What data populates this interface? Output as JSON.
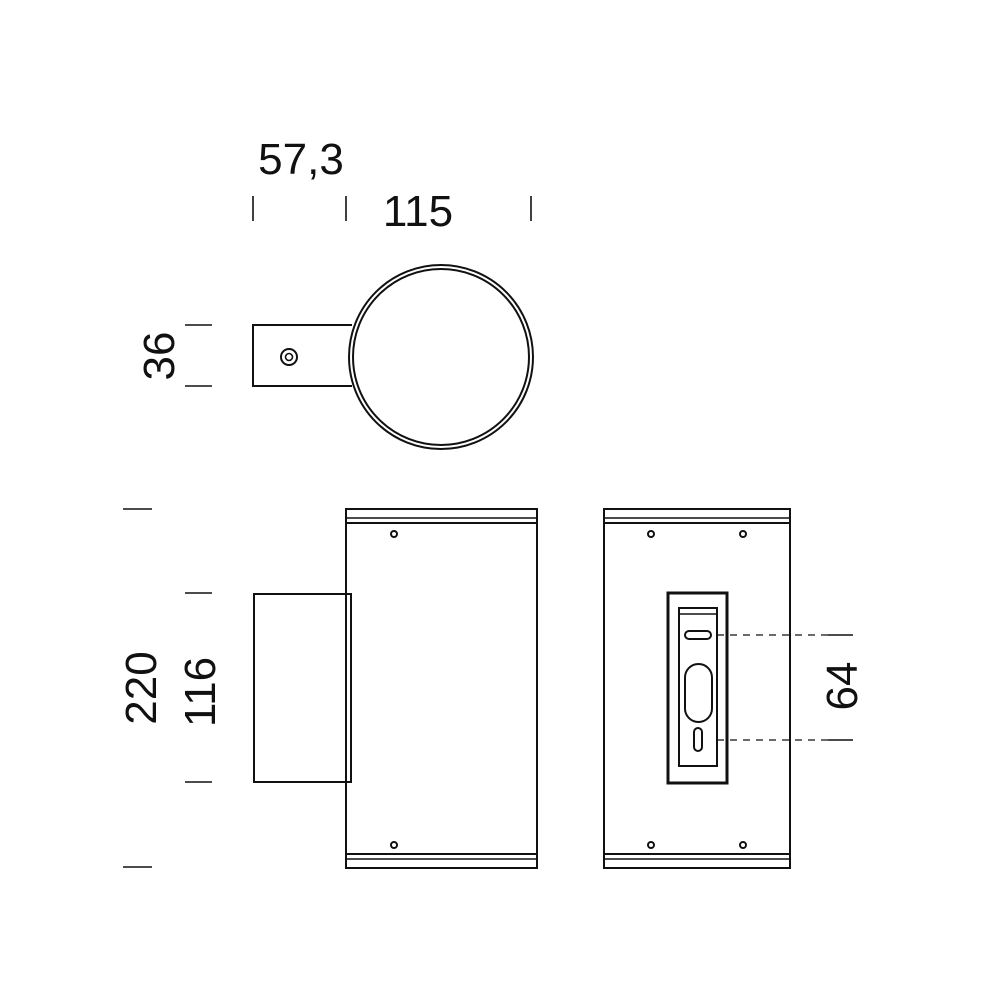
{
  "dimensions": {
    "offset_width": "57,3",
    "diameter": "115",
    "bracket_height": "36",
    "total_height": "220",
    "bracket_length": "116",
    "fixing_distance": "64"
  }
}
